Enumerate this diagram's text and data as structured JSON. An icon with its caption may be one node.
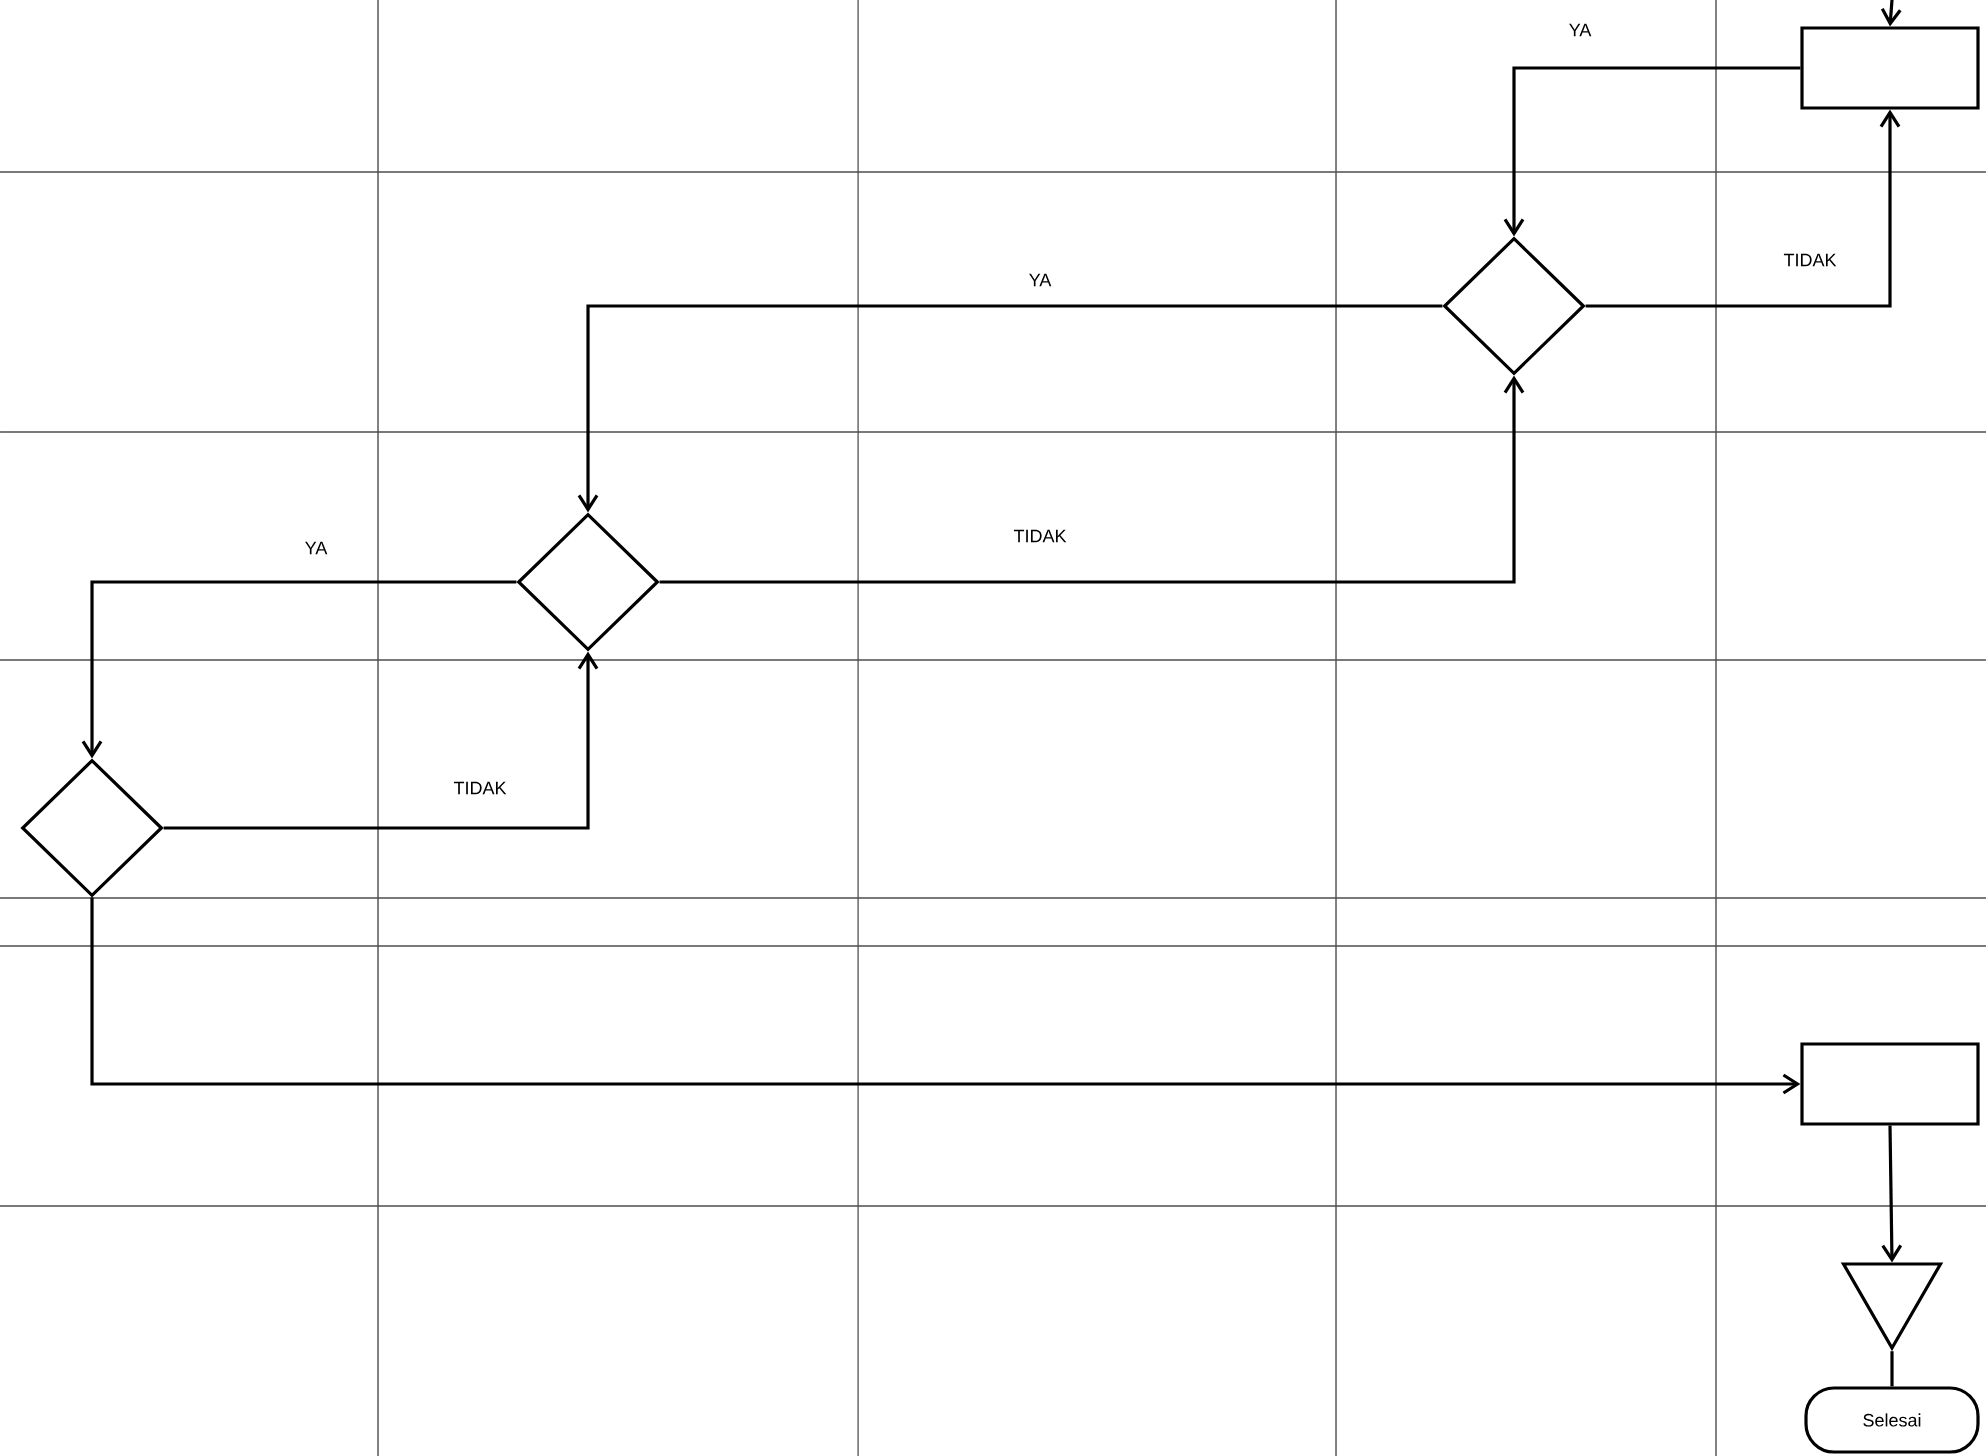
{
  "diagram": {
    "nodes": [
      {
        "text": [],
        "shape": "box"
      },
      {
        "text": [],
        "shape": "diamond"
      },
      {
        "text": [],
        "shape": "diamond"
      },
      {
        "text": [],
        "shape": "diamond"
      },
      {
        "text": [],
        "shape": "box"
      },
      {
        "text": [],
        "shape": "triangle"
      },
      {
        "text": [
          "Selesai"
        ]
      }
    ],
    "edges": [
      {
        "from": null,
        "to": 0,
        "arrow": "to"
      },
      {
        "from": 0,
        "to": 1,
        "arrow": "to",
        "label": "YA"
      },
      {
        "from": 1,
        "to": 0,
        "arrow": "to",
        "label": "TIDAK"
      },
      {
        "from": 1,
        "to": 2,
        "arrow": "to",
        "label": "YA"
      },
      {
        "from": 2,
        "to": 1,
        "arrow": "to",
        "label": "TIDAK"
      },
      {
        "from": 2,
        "to": 3,
        "arrow": "to",
        "label": "YA"
      },
      {
        "from": 3,
        "to": 2,
        "arrow": "to",
        "label": "TIDAK"
      },
      {
        "from": 3,
        "to": 4,
        "arrow": "to"
      },
      {
        "from": 4,
        "to": 5,
        "arrow": "to"
      },
      {
        "from": 5,
        "to": 6,
        "arrow": "none"
      }
    ]
  }
}
